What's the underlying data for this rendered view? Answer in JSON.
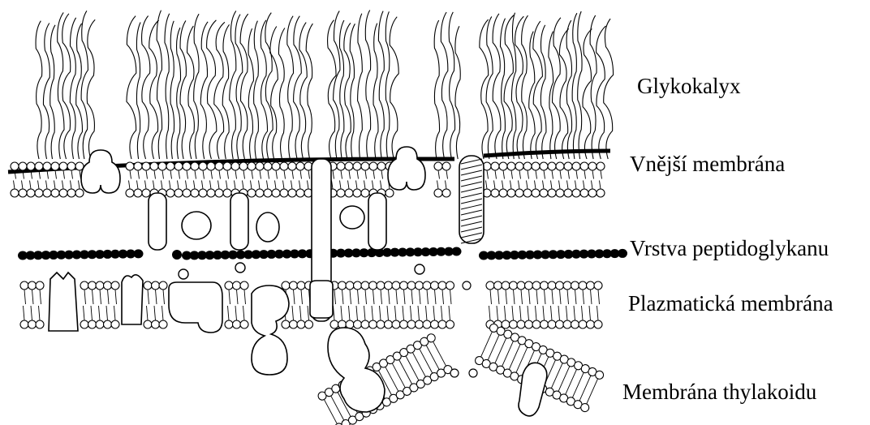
{
  "labels": {
    "glycocalyx": "Glykokalyx",
    "outer_membrane": "Vnější membrána",
    "peptidoglycan_layer": "Vrstva peptidoglykanu",
    "plasma_membrane": "Plazmatická membrána",
    "thylakoid_membrane": "Membrána thylakoidu"
  },
  "colors": {
    "line": "#000000",
    "background": "#ffffff"
  }
}
